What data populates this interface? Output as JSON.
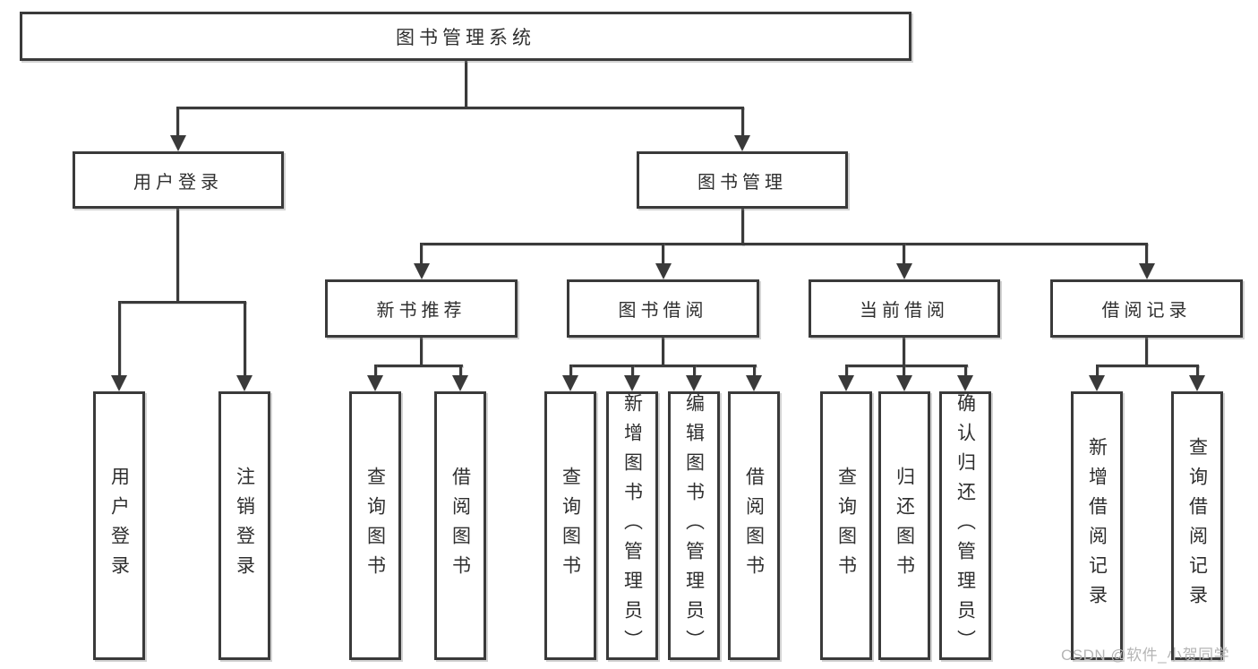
{
  "colors": {
    "line": "#3a3a3a",
    "box_border": "#3a3a3a",
    "text": "#2f2f2f",
    "background": "#ffffff",
    "watermark": "#b5b5b5"
  },
  "watermark": {
    "text": "CSDN @软件_小贺同学"
  },
  "tree": {
    "root": {
      "label": "图书管理系统",
      "children": [
        {
          "label": "用户登录",
          "children": [
            {
              "label": "用户登录"
            },
            {
              "label": "注销登录"
            }
          ]
        },
        {
          "label": "图书管理",
          "children": [
            {
              "label": "新书推荐",
              "children": [
                {
                  "label": "查询图书"
                },
                {
                  "label": "借阅图书"
                }
              ]
            },
            {
              "label": "图书借阅",
              "children": [
                {
                  "label": "查询图书"
                },
                {
                  "label": "新增图书（管理员）"
                },
                {
                  "label": "编辑图书（管理员）"
                },
                {
                  "label": "借阅图书"
                }
              ]
            },
            {
              "label": "当前借阅",
              "children": [
                {
                  "label": "查询图书"
                },
                {
                  "label": "归还图书"
                },
                {
                  "label": "确认归还（管理员）"
                }
              ]
            },
            {
              "label": "借阅记录",
              "children": [
                {
                  "label": "新增借阅记录"
                },
                {
                  "label": "查询借阅记录"
                }
              ]
            }
          ]
        }
      ]
    }
  }
}
